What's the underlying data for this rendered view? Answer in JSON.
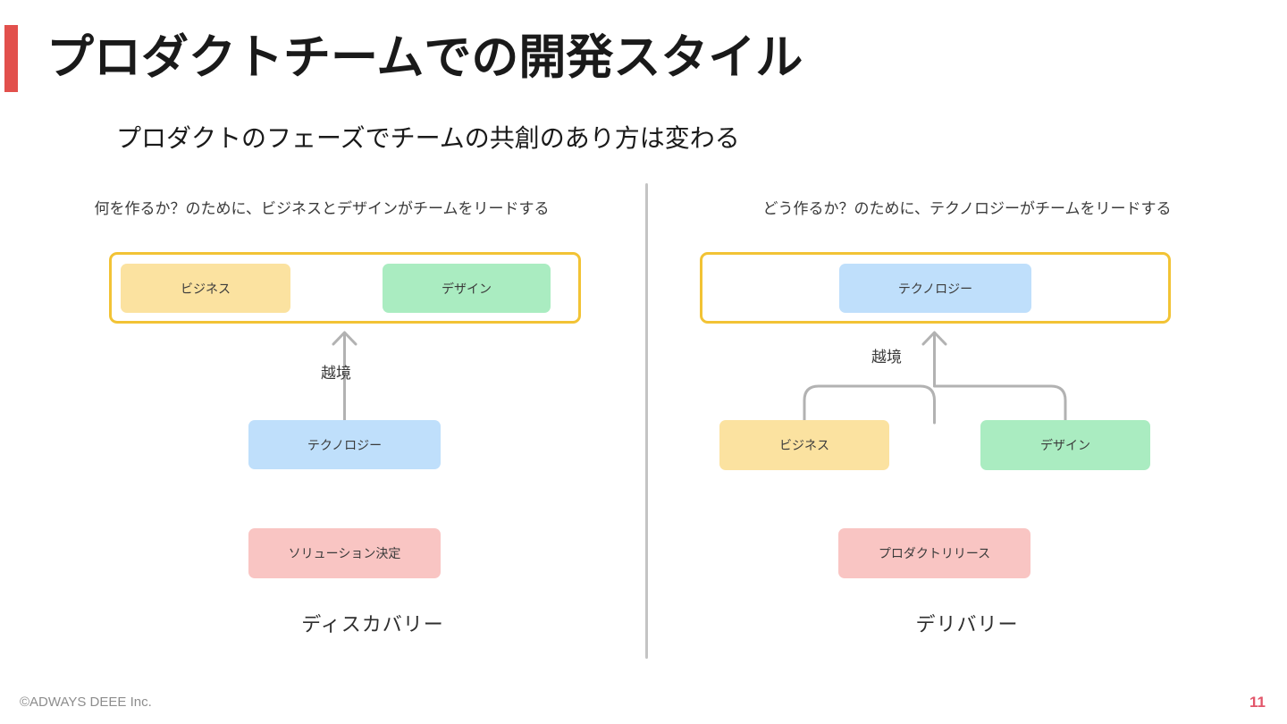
{
  "slide": {
    "title": "プロダクトチームでの開発スタイル",
    "subtitle": "プロダクトのフェーズでチームの共創のあり方は変わる",
    "accent_color": "#e2504c"
  },
  "columns": [
    {
      "id": "discovery",
      "header": "何を作るか？のために、ビジネスとデザインがチームをリードする",
      "lead_boxes": [
        {
          "label": "ビジネス",
          "color": "#fbe2a0"
        },
        {
          "label": "デザイン",
          "color": "#aaecc1"
        }
      ],
      "crossing_label": "越境",
      "support_boxes": [
        {
          "label": "テクノロジー",
          "color": "#bfdffb"
        }
      ],
      "outcome_box": {
        "label": "ソリューション決定",
        "color": "#f9c5c3"
      },
      "phase_label": "ディスカバリー"
    },
    {
      "id": "delivery",
      "header": "どう作るか？のために、テクノロジーがチームをリードする",
      "lead_boxes": [
        {
          "label": "テクノロジー",
          "color": "#bfdffb"
        }
      ],
      "crossing_label": "越境",
      "support_boxes": [
        {
          "label": "ビジネス",
          "color": "#fbe2a0"
        },
        {
          "label": "デザイン",
          "color": "#aaecc1"
        }
      ],
      "outcome_box": {
        "label": "プロダクトリリース",
        "color": "#f9c5c3"
      },
      "phase_label": "デリバリー"
    }
  ],
  "footer": {
    "copyright": "©ADWAYS DEEE Inc.",
    "page_number": "11",
    "page_number_color": "#e2566a"
  }
}
